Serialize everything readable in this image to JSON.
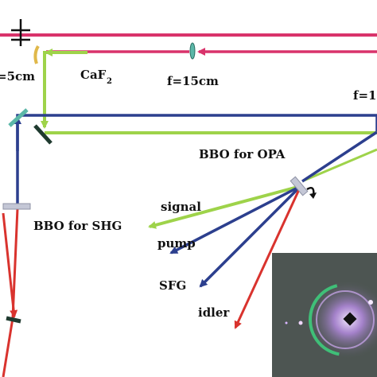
{
  "labels": {
    "lens_left": "=5cm",
    "caf2_main": "CaF",
    "caf2_sub": "2",
    "lens_mid": "f=15cm",
    "lens_right": "f=1",
    "bbo_opa": "BBO for OPA",
    "bbo_shg": "BBO for SHG",
    "signal": "signal",
    "pump": "pump",
    "sfg": "SFG",
    "idler": "idler"
  },
  "colors": {
    "magenta_beam": "#d9336b",
    "green_beam": "#9ed34a",
    "navy_beam": "#2c3f8e",
    "red_beam": "#d9332e",
    "optic_teal": "#5bb7a8",
    "mount_dark": "#1f3a2f",
    "crystal_gray": "#c4c7d6",
    "photo_bg": "#4d5552",
    "ring_green": "#3fbf78",
    "glow_purple": "#b48ae0"
  },
  "icons": {
    "aperture": "aperture-icon",
    "rotation": "rotation-arrow-icon"
  }
}
